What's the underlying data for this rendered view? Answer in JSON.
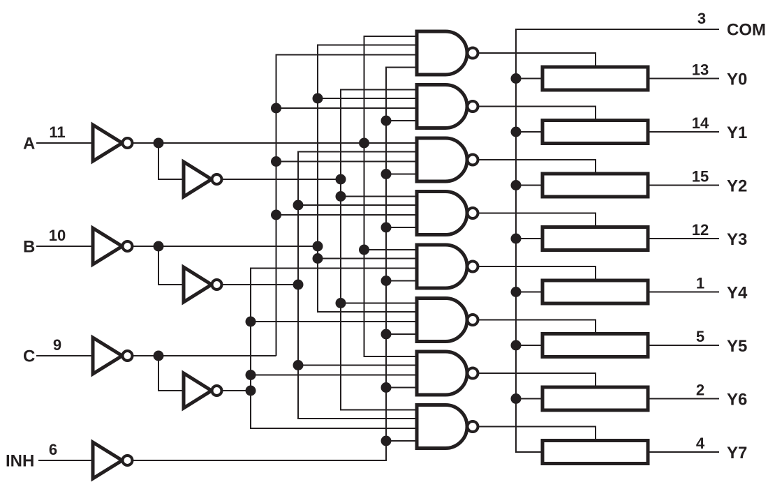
{
  "colors": {
    "ink": "#231f20",
    "background": "#ffffff"
  },
  "io": {
    "inputs": [
      {
        "label": "A",
        "pin": "11"
      },
      {
        "label": "B",
        "pin": "10"
      },
      {
        "label": "C",
        "pin": "9"
      },
      {
        "label": "INH",
        "pin": "6"
      }
    ],
    "common": {
      "label": "COM",
      "pin": "3"
    },
    "outputs": [
      {
        "label": "Y0",
        "pin": "13"
      },
      {
        "label": "Y1",
        "pin": "14"
      },
      {
        "label": "Y2",
        "pin": "15"
      },
      {
        "label": "Y3",
        "pin": "12"
      },
      {
        "label": "Y4",
        "pin": "1"
      },
      {
        "label": "Y5",
        "pin": "5"
      },
      {
        "label": "Y6",
        "pin": "2"
      },
      {
        "label": "Y7",
        "pin": "4"
      }
    ]
  }
}
